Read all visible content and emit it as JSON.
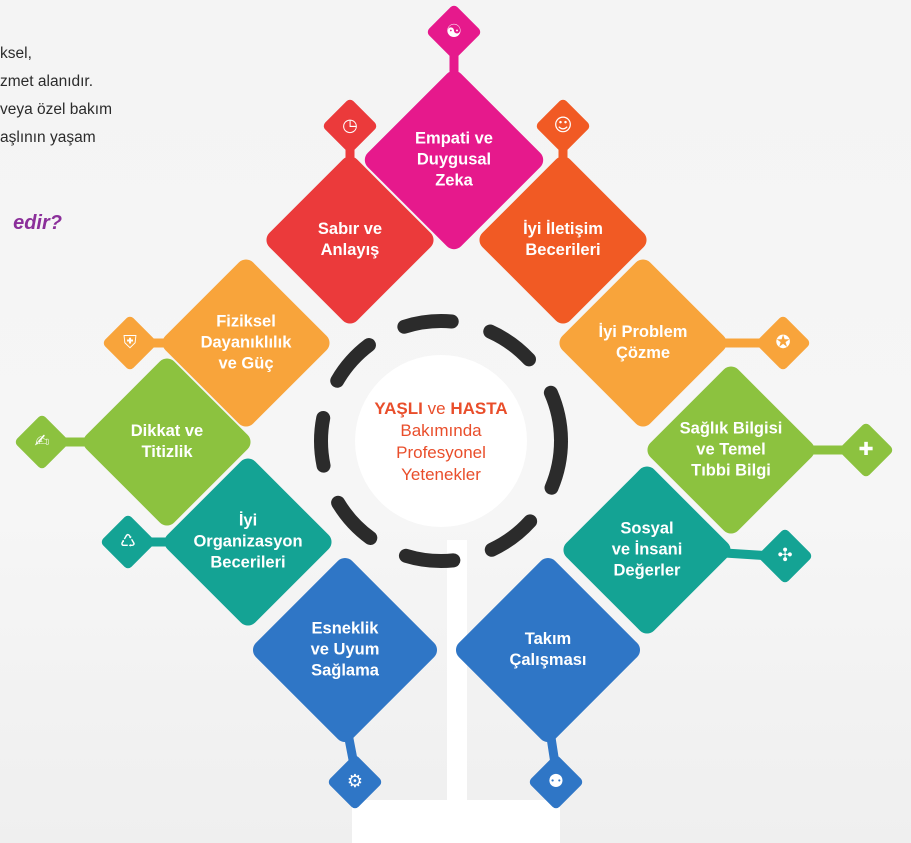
{
  "intro": {
    "lines": [
      "ksel,",
      "zmet alanıdır.",
      "veya özel bakım",
      "aşlının yaşam"
    ],
    "question": "edir?"
  },
  "center": {
    "yasli": "YAŞLI",
    "ve": "ve",
    "hasta": "HASTA",
    "line2": "Bakımında",
    "line3": "Profesyonel",
    "line4": "Yetenekler"
  },
  "skills": [
    {
      "label": "Empati ve\nDuygusal\nZeka",
      "color": "#e6198c",
      "icon": "brain-heart-icon"
    },
    {
      "label": "Sabır ve\nAnlayış",
      "color": "#eb3a3b",
      "icon": "clock-calendar-icon"
    },
    {
      "label": "İyi İletişim\nBecerileri",
      "color": "#f15a24",
      "icon": "head-speech-icon"
    },
    {
      "label": "Fiziksel\nDayanıklılık\nve Güç",
      "color": "#f8a43b",
      "icon": "shield-arm-icon"
    },
    {
      "label": "İyi Problem\nÇözme",
      "color": "#f8a43b",
      "icon": "lightbulb-search-icon"
    },
    {
      "label": "Dikkat ve\nTitizlik",
      "color": "#8cc23f",
      "icon": "hand-pencil-icon"
    },
    {
      "label": "Sağlık Bilgisi\nve Temel\nTıbbi Bilgi",
      "color": "#8cc23f",
      "icon": "medical-book-icon"
    },
    {
      "label": "İyi\nOrganizasyon\nBecerileri",
      "color": "#14a394",
      "icon": "clipboard-cycle-icon"
    },
    {
      "label": "Sosyal\nve İnsani\nDeğerler",
      "color": "#14a394",
      "icon": "network-people-icon"
    },
    {
      "label": "Esneklik\nve Uyum\nSağlama",
      "color": "#2f76c6",
      "icon": "gear-check-icon"
    },
    {
      "label": "Takım\nÇalışması",
      "color": "#2f76c6",
      "icon": "team-gear-icon"
    }
  ],
  "colors": {
    "pink": "#e6198c",
    "red": "#eb3a3b",
    "orange": "#f15a24",
    "amber": "#f8a43b",
    "green": "#8cc23f",
    "teal": "#14a394",
    "blue": "#2f76c6",
    "dash": "#2b2b2b"
  }
}
